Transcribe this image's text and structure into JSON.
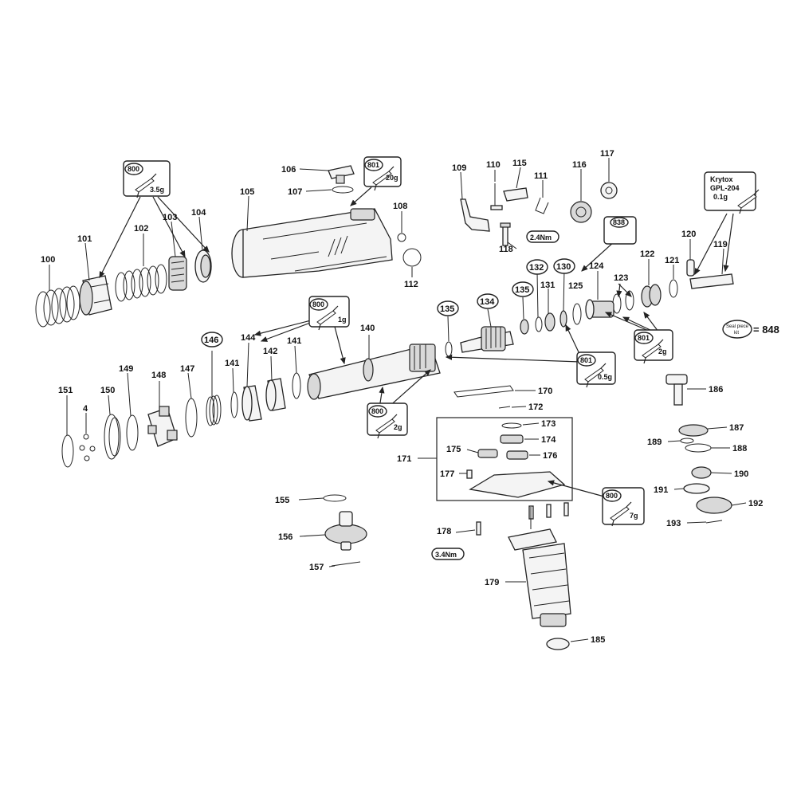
{
  "labels": {
    "p100": "100",
    "p101": "101",
    "p102": "102",
    "p103": "103",
    "p104": "104",
    "p105": "105",
    "p106": "106",
    "p107": "107",
    "p108": "108",
    "p109": "109",
    "p110": "110",
    "p111": "111",
    "p112": "112",
    "p115": "115",
    "p116": "116",
    "p117": "117",
    "p118": "118",
    "p119": "119",
    "p120": "120",
    "p121": "121",
    "p122": "122",
    "p123": "123",
    "p124": "124",
    "p125": "125",
    "p130": "130",
    "p131": "131",
    "p132": "132",
    "p134": "134",
    "p135": "135",
    "p135b": "135",
    "p140": "140",
    "p141": "141",
    "p141b": "141",
    "p142": "142",
    "p144": "144",
    "p146": "146",
    "p147": "147",
    "p148": "148",
    "p149": "149",
    "p150": "150",
    "p151": "151",
    "p4": "4",
    "p155": "155",
    "p156": "156",
    "p157": "157",
    "p170": "170",
    "p171": "171",
    "p172": "172",
    "p173": "173",
    "p174": "174",
    "p175": "175",
    "p176": "176",
    "p177": "177",
    "p178": "178",
    "p179": "179",
    "p185": "185",
    "p186": "186",
    "p187": "187",
    "p188": "188",
    "p189": "189",
    "p190": "190",
    "p191": "191",
    "p192": "192",
    "p193": "193"
  },
  "callouts": {
    "g800a": {
      "code": "800",
      "amount": "3.5g"
    },
    "g801a": {
      "code": "801",
      "amount": "20g"
    },
    "g800b": {
      "code": "800",
      "amount": "1g"
    },
    "g800c": {
      "code": "800",
      "amount": "2g"
    },
    "g801b": {
      "code": "801",
      "amount": "2g"
    },
    "g801c": {
      "code": "801",
      "amount": "0.5g"
    },
    "g800d": {
      "code": "800",
      "amount": "7g"
    },
    "g838": {
      "code": "838"
    }
  },
  "torques": {
    "t118": "2.4Nm",
    "t178": "3.4Nm"
  },
  "krytox": {
    "line1": "Krytox",
    "line2": "GPL-204",
    "line3": "0.1g"
  },
  "seal_kit": {
    "badge_line1": "Seal piece",
    "badge_line2": "kit",
    "equals": "= 848"
  },
  "colors": {
    "ink": "#222222",
    "paper": "#ffffff"
  }
}
